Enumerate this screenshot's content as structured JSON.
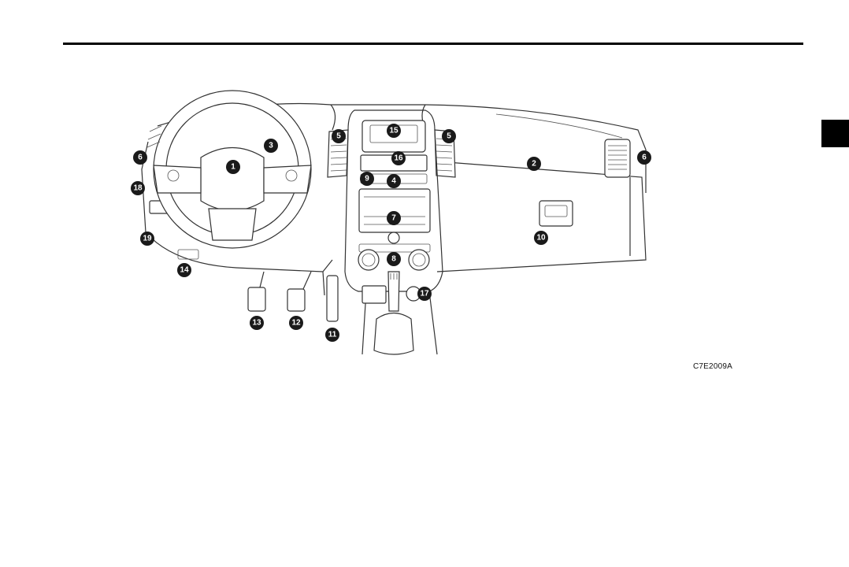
{
  "figure": {
    "caption": "C7E2009A",
    "callouts": [
      "1",
      "2",
      "3",
      "4",
      "5",
      "5",
      "6",
      "6",
      "7",
      "8",
      "9",
      "10",
      "11",
      "12",
      "13",
      "14",
      "15",
      "16",
      "17",
      "18",
      "19"
    ]
  }
}
